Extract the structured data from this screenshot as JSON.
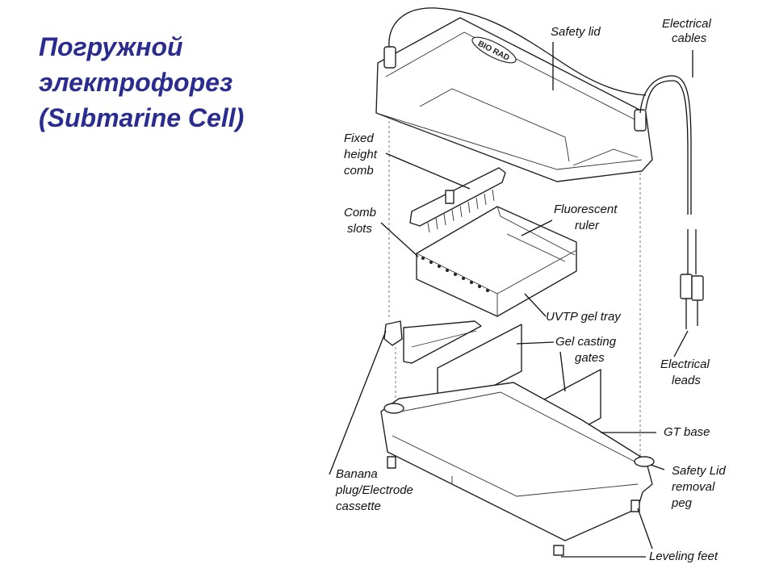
{
  "title": {
    "line1": "Погружной",
    "line2": "электрофорез",
    "line3": "(Submarine Cell)"
  },
  "lid_brand": "BIO RAD",
  "labels": {
    "safety_lid": [
      "Safety lid"
    ],
    "electrical_cables": [
      "Electrical",
      "cables"
    ],
    "fixed_height_comb": [
      "Fixed",
      "height",
      "comb"
    ],
    "comb_slots": [
      "Comb",
      "slots"
    ],
    "fluorescent_ruler": [
      "Fluorescent",
      "ruler"
    ],
    "uvtp_gel_tray": [
      "UVTP gel tray"
    ],
    "gel_casting_gates": [
      "Gel casting",
      "gates"
    ],
    "electrical_leads": [
      "Electrical",
      "leads"
    ],
    "gt_base": [
      "GT base"
    ],
    "banana_plug": [
      "Banana",
      "plug/Electrode",
      "cassette"
    ],
    "safety_lid_peg": [
      "Safety Lid",
      "removal",
      "peg"
    ],
    "leveling_feet": [
      "Leveling feet"
    ]
  }
}
